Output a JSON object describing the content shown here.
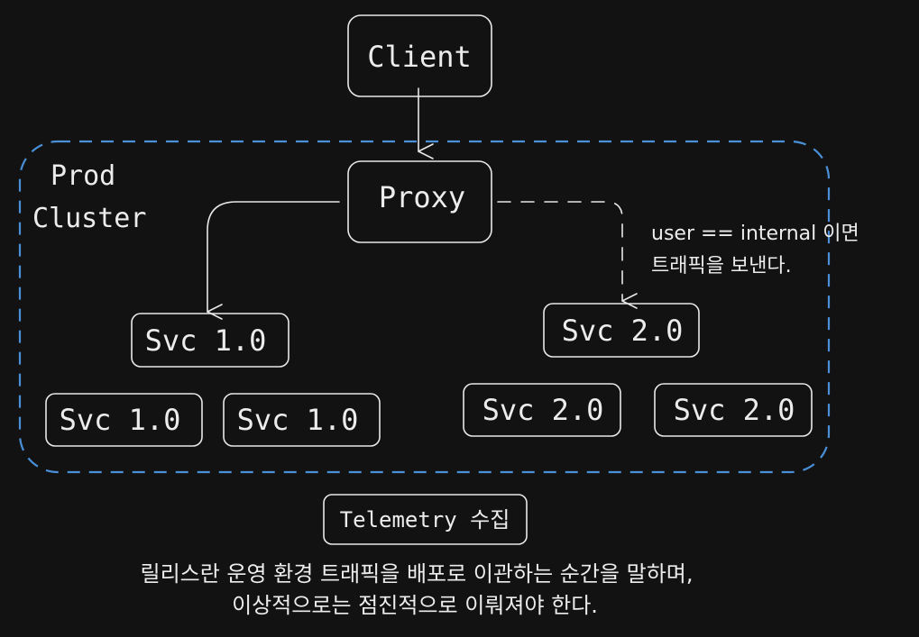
{
  "diagram": {
    "cluster_label_line1": "Prod",
    "cluster_label_line2": "Cluster",
    "nodes": {
      "client": "Client",
      "proxy": "Proxy",
      "svc1_main": "Svc 1.0",
      "svc1_a": "Svc 1.0",
      "svc1_b": "Svc 1.0",
      "svc2_main": "Svc 2.0",
      "svc2_a": "Svc 2.0",
      "svc2_b": "Svc 2.0",
      "telemetry": "Telemetry 수집"
    },
    "routing_note_line1": "user == internal 이면",
    "routing_note_line2": "트래픽을 보낸다.",
    "caption_line1": "릴리스란 운영 환경 트래픽을 배포로 이관하는 순간을 말하며,",
    "caption_line2": "이상적으로는 점진적으로 이뤄져야 한다."
  },
  "colors": {
    "background": "#121212",
    "foreground": "#ececec",
    "cluster_border": "#4a90d9"
  }
}
